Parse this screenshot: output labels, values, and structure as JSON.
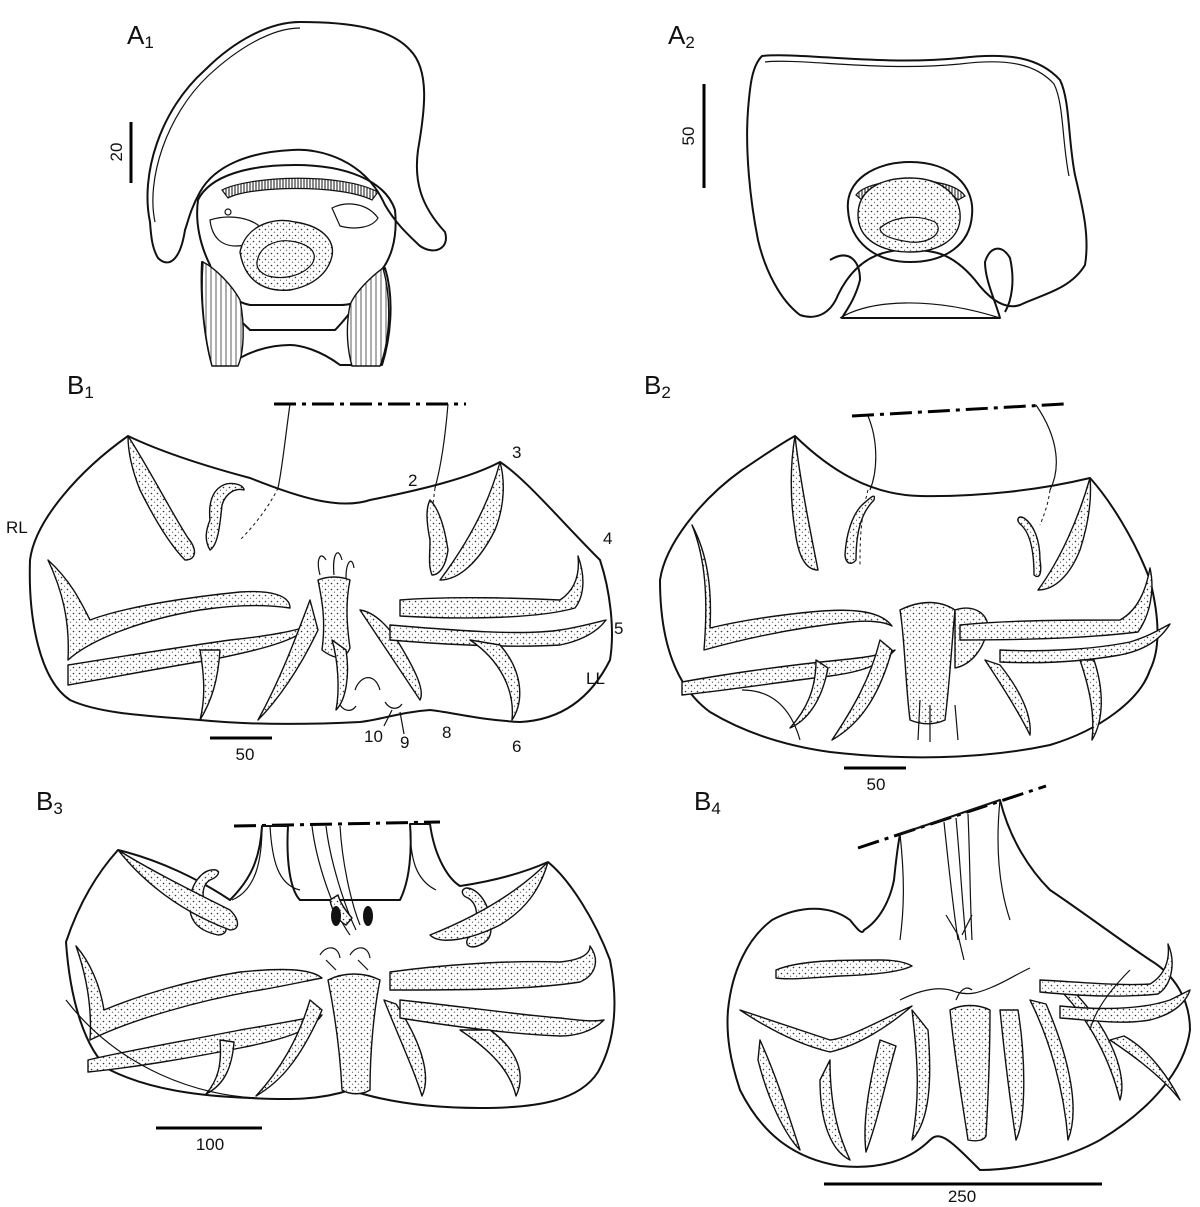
{
  "panels": {
    "a1": {
      "label": "A",
      "sub": "1",
      "scale": "20"
    },
    "a2": {
      "label": "A",
      "sub": "2",
      "scale": "50"
    },
    "b1": {
      "label": "B",
      "sub": "1",
      "scale": "50",
      "side_right": "RL",
      "side_left": "LL",
      "numbers": [
        "2",
        "3",
        "4",
        "5",
        "6",
        "8",
        "9",
        "10"
      ]
    },
    "b2": {
      "label": "B",
      "sub": "2",
      "scale": "50"
    },
    "b3": {
      "label": "B",
      "sub": "3",
      "scale": "100"
    },
    "b4": {
      "label": "B",
      "sub": "4",
      "scale": "250"
    }
  }
}
